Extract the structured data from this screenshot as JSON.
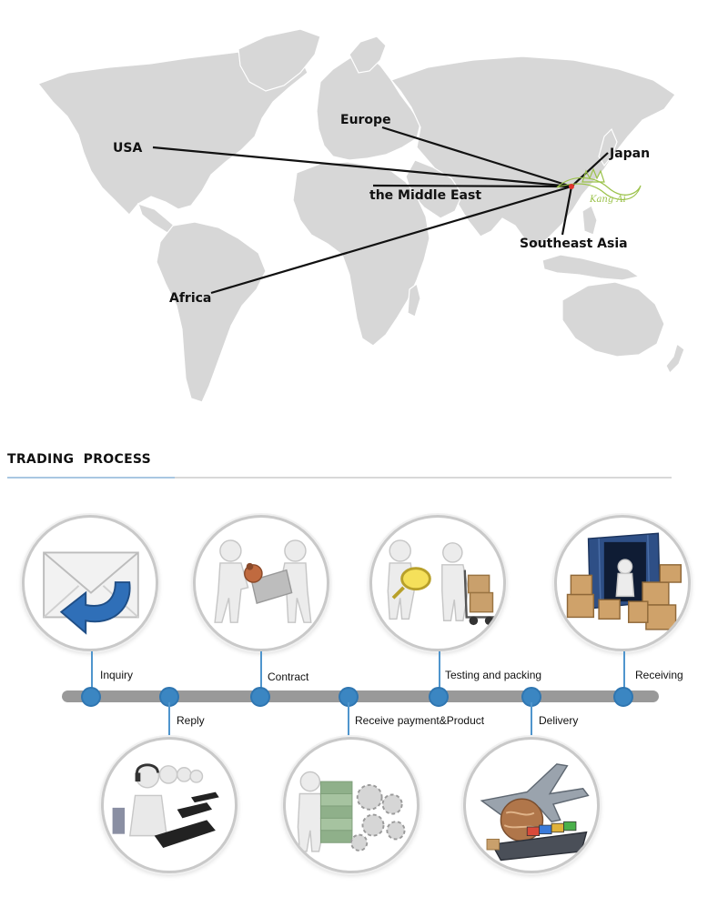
{
  "map": {
    "regions": [
      "USA",
      "Europe",
      "Japan",
      "the Middle East",
      "Southeast Asia",
      "Africa"
    ],
    "logo_text": "Kang Ai",
    "colors": {
      "land": "#d7d7d7",
      "route": "#111111",
      "logo": "#9bc24a"
    }
  },
  "process": {
    "title": "TRADING  PROCESS",
    "accent_color": "#3b86c2",
    "steps": [
      {
        "label": "Inquiry",
        "icon": "envelope-arrow-icon"
      },
      {
        "label": "Reply",
        "icon": "call-center-icon"
      },
      {
        "label": "Contract",
        "icon": "handshake-contract-icon"
      },
      {
        "label": "Receive payment&Product",
        "icon": "money-gears-icon"
      },
      {
        "label": "Testing and packing",
        "icon": "inspection-icon"
      },
      {
        "label": "Delivery",
        "icon": "airplane-ship-icon"
      },
      {
        "label": "Receiving",
        "icon": "container-boxes-icon"
      }
    ]
  }
}
